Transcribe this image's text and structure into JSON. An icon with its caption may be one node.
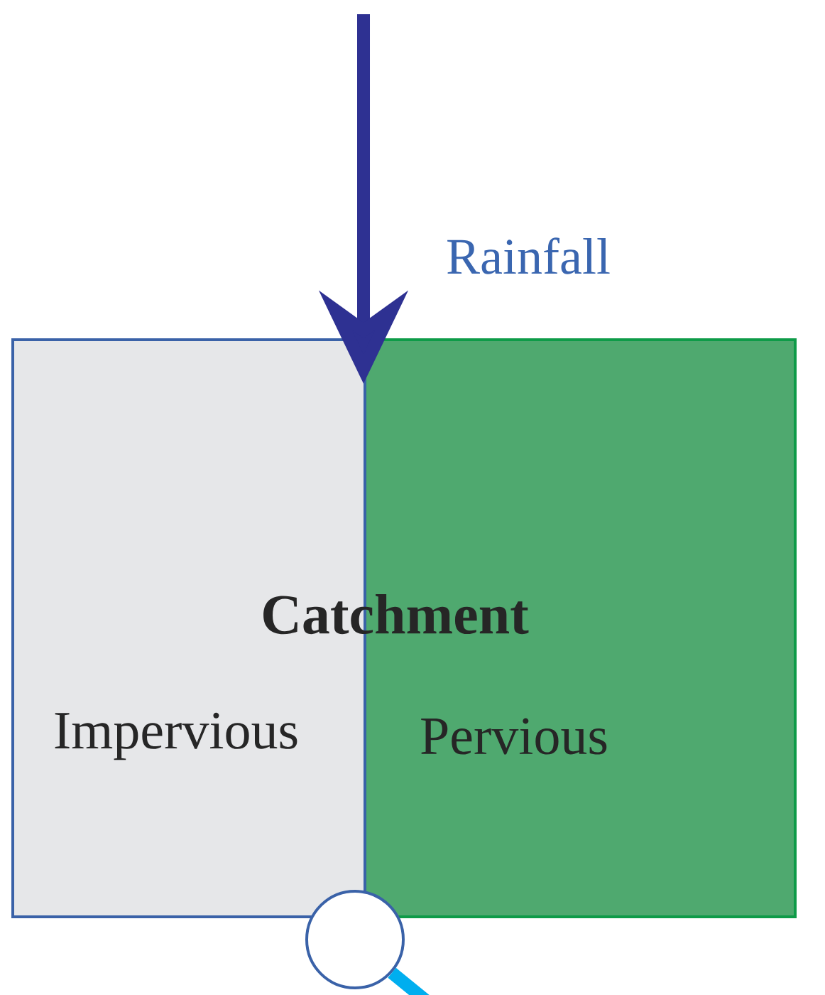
{
  "diagram": {
    "nodes": [
      {
        "text": [
          "Impervious"
        ]
      },
      {
        "text": [
          "Pervious"
        ]
      },
      {
        "text": [],
        "shape": "circle"
      }
    ],
    "edges": [
      {
        "from": null,
        "to": 1,
        "arrow": "to",
        "label": "Rainfall",
        "color": "#2e3192"
      },
      {
        "from": 2,
        "to": null,
        "arrow": "none",
        "color": "#00aeef"
      }
    ],
    "labels": [
      "Catchment"
    ]
  }
}
